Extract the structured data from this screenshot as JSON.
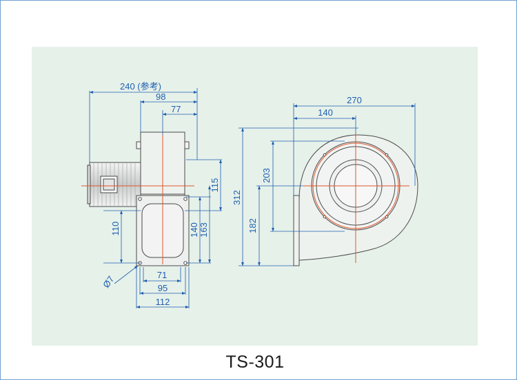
{
  "model_label": "TS-301",
  "colors": {
    "panel": "#e6f1ea",
    "line": "#4a4a4a",
    "dimension": "#1f5fb0",
    "center_line": "#e0552a",
    "frame": "#6f9fd0"
  },
  "side_view": {
    "total_width_label": "240 (参考)",
    "dim_98": "98",
    "dim_77": "77",
    "dim_115": "115",
    "dim_110": "110",
    "dim_140": "140",
    "dim_163": "163",
    "hole_label": "Ø7",
    "dim_71": "71",
    "dim_95": "95",
    "dim_112": "112"
  },
  "front_view": {
    "dim_270": "270",
    "dim_140": "140",
    "dim_203": "203",
    "dim_312": "312",
    "dim_182": "182"
  }
}
